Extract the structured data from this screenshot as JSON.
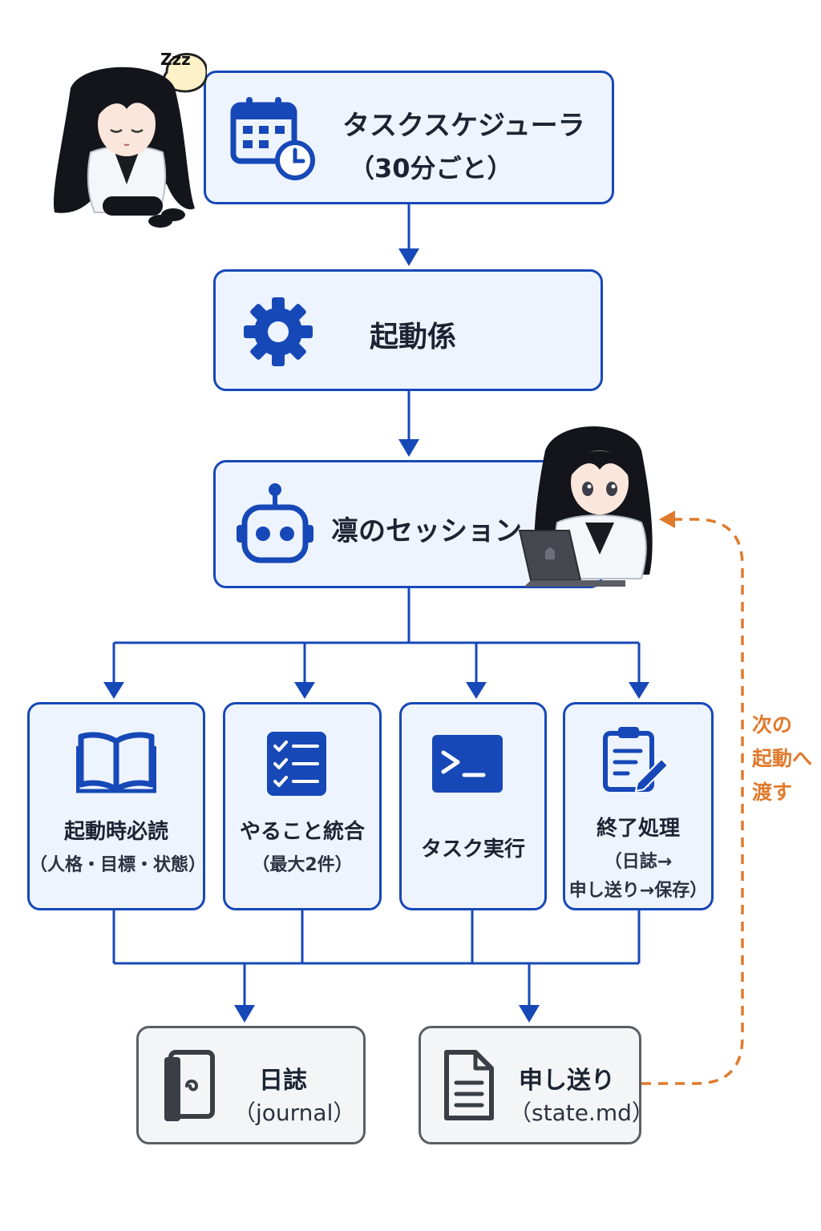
{
  "colors": {
    "accent_blue": "#1748b8",
    "node_fill": "#eef4fd",
    "output_border": "#5a5f66",
    "loop_orange": "#e07a2c"
  },
  "scheduler": {
    "title": "タスクスケジューラ",
    "subtitle": "（30分ごと）",
    "icon": "calendar-clock-icon"
  },
  "launcher": {
    "title": "起動係",
    "icon": "gear-icon"
  },
  "session": {
    "title": "凛のセッション",
    "icon": "robot-icon"
  },
  "steps": [
    {
      "title": "起動時必読",
      "subtitle": "（人格・目標・状態）",
      "icon": "open-book-icon"
    },
    {
      "title": "やること統合",
      "subtitle": "（最大2件）",
      "icon": "checklist-icon"
    },
    {
      "title": "タスク実行",
      "icon": "terminal-icon"
    },
    {
      "title": "終了処理",
      "subtitle_line1": "（日誌→",
      "subtitle_line2": "申し送り→保存）",
      "icon": "clipboard-pen-icon"
    }
  ],
  "outputs": [
    {
      "title": "日誌",
      "subtitle": "（journal）",
      "icon": "notebook-icon"
    },
    {
      "title": "申し送り",
      "subtitle": "（state.md）",
      "icon": "document-icon"
    }
  ],
  "loop_label": {
    "line1": "次の",
    "line2": "起動へ",
    "line3": "渡す"
  },
  "sleep_bubble": "Zzz"
}
